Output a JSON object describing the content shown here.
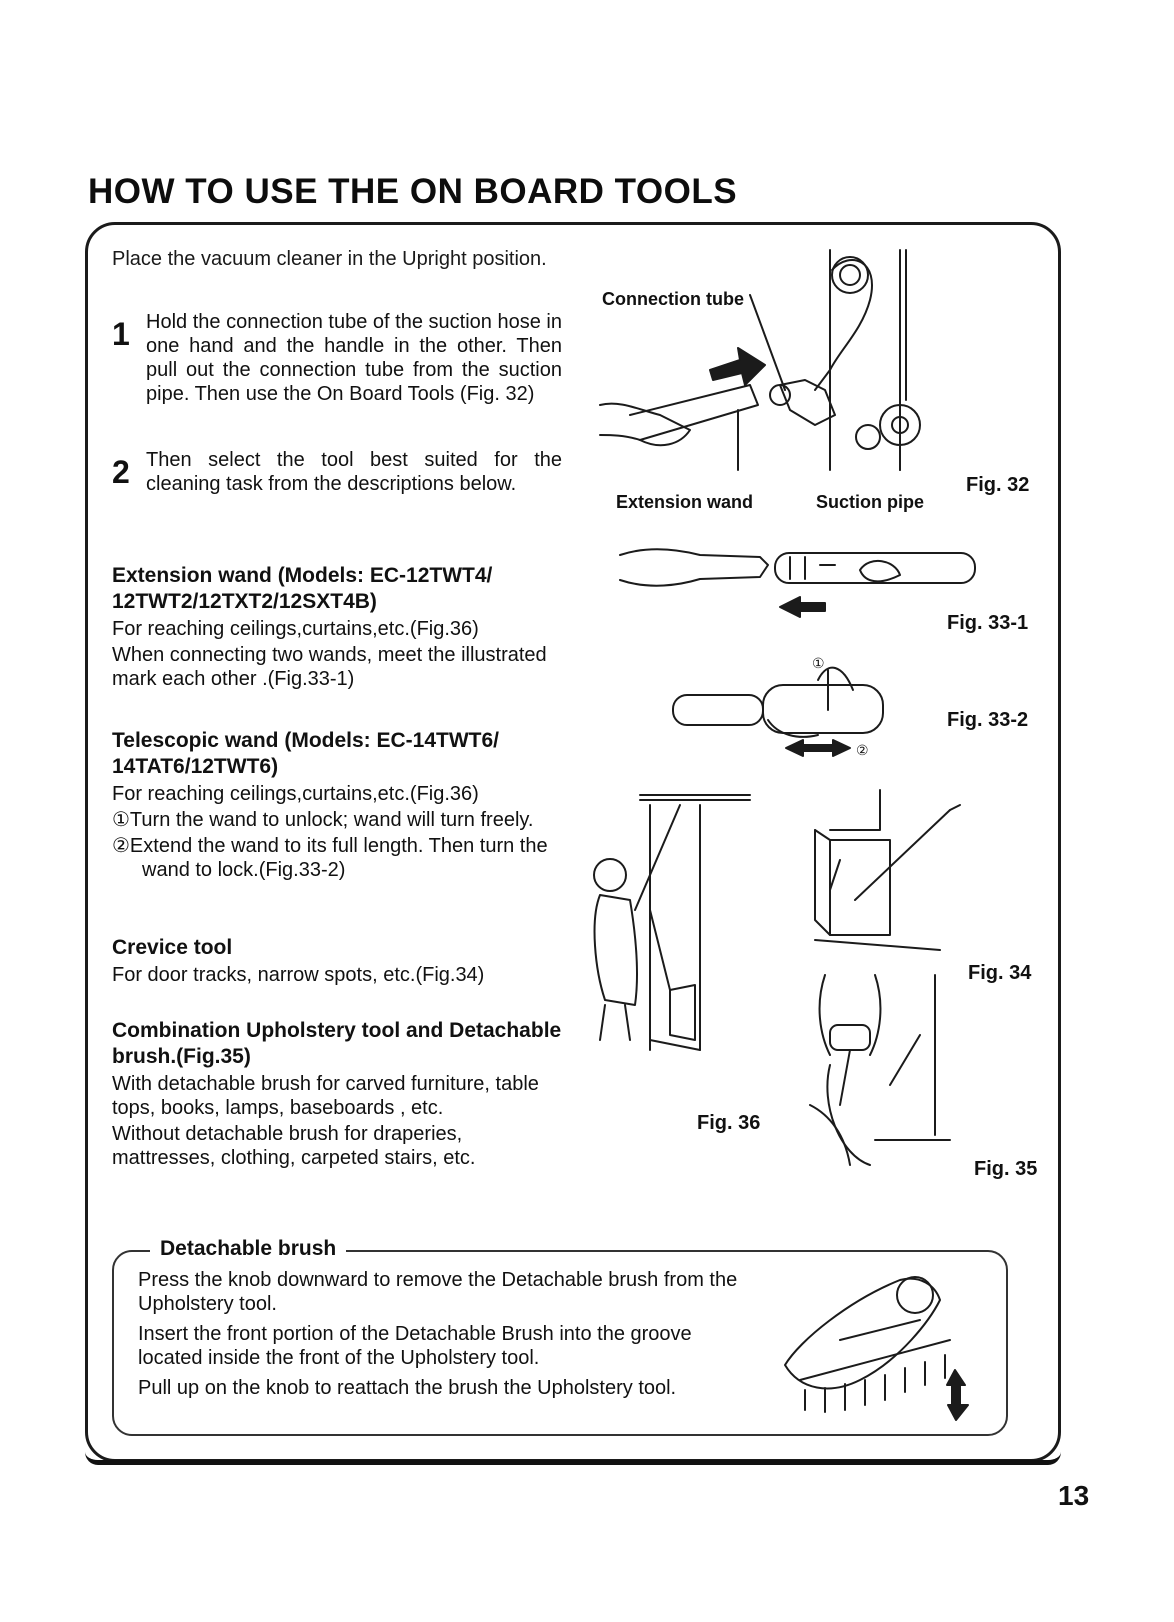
{
  "header": {
    "title": "HOW TO USE THE ON BOARD TOOLS"
  },
  "intro": "Place the vacuum cleaner in the Upright position.",
  "steps": [
    {
      "num": "1",
      "text": "Hold the connection tube of the suction hose in one hand and the handle in the other. Then pull out the connection tube from the suction pipe. Then use the On Board Tools (Fig. 32)"
    },
    {
      "num": "2",
      "text": "Then select the tool best suited for the cleaning task from the descriptions below."
    }
  ],
  "sections": {
    "extension": {
      "title": "Extension wand (Models: EC-12TWT4/ 12TWT2/12TXT2/12SXT4B)",
      "lines": [
        "For reaching ceilings,curtains,etc.(Fig.36)",
        "When connecting two wands, meet the illustrated mark each other .(Fig.33-1)"
      ]
    },
    "telescopic": {
      "title": "Telescopic wand (Models: EC-14TWT6/ 14TAT6/12TWT6)",
      "lines": [
        "For reaching ceilings,curtains,etc.(Fig.36)",
        "①Turn the wand to unlock; wand will turn freely.",
        "②Extend the wand to its full length. Then turn the wand to lock.(Fig.33-2)"
      ]
    },
    "crevice": {
      "title": "Crevice tool",
      "lines": [
        "For door tracks, narrow spots, etc.(Fig.34)"
      ]
    },
    "combination": {
      "title": "Combination Upholstery tool and Detachable brush.(Fig.35)",
      "lines": [
        "With detachable brush for carved furniture, table tops, books, lamps, baseboards , etc.",
        "Without detachable brush for draperies, mattresses, clothing, carpeted stairs, etc."
      ]
    }
  },
  "figures": {
    "callouts": {
      "connection_tube": "Connection tube",
      "extension_wand": "Extension wand",
      "suction_pipe": "Suction pipe"
    },
    "labels": {
      "fig32": "Fig. 32",
      "fig33_1": "Fig. 33-1",
      "fig33_2": "Fig. 33-2",
      "fig34": "Fig. 34",
      "fig35": "Fig. 35",
      "fig36": "Fig. 36"
    },
    "markers": {
      "one": "①",
      "two": "②"
    }
  },
  "detachable_brush": {
    "title": "Detachable brush",
    "lines": [
      "Press the knob downward to remove the Detachable brush from the Upholstery tool.",
      "Insert the front portion of the Detachable Brush into the groove located inside the front of the Upholstery tool.",
      "Pull up on the knob to reattach the brush the Upholstery tool."
    ]
  },
  "page_number": "13"
}
